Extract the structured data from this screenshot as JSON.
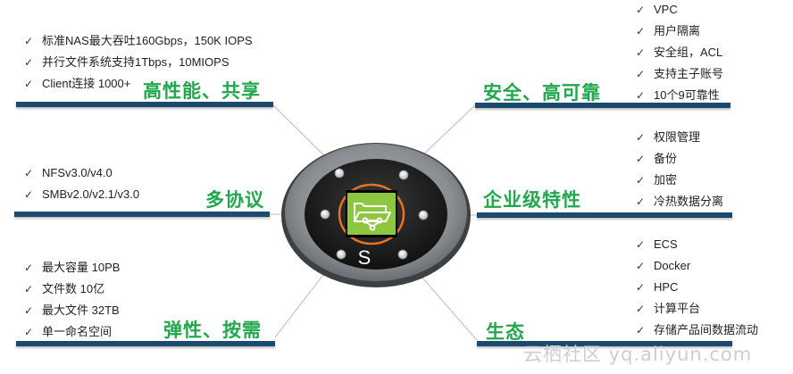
{
  "panels": {
    "top_left": {
      "title": "高性能、共享",
      "items": [
        "标准NAS最大吞吐160Gbps，150K IOPS",
        "并行文件系统支持1Tbps，10MIOPS",
        "Client连接 1000+"
      ]
    },
    "mid_left": {
      "title": "多协议",
      "items": [
        "NFSv3.0/v4.0",
        "SMBv2.0/v2.1/v3.0"
      ]
    },
    "bottom_left": {
      "title": "弹性、按需",
      "items": [
        "最大容量 10PB",
        "文件数 10亿",
        "最大文件 32TB",
        "单一命名空间"
      ]
    },
    "top_right": {
      "title": "安全、高可靠",
      "items": [
        "VPC",
        "用户隔离",
        "安全组，ACL",
        "支持主子账号",
        "10个9可靠性"
      ]
    },
    "mid_right": {
      "title": "企业级特性",
      "items": [
        "权限管理",
        "备份",
        "加密",
        "冷热数据分离"
      ]
    },
    "bottom_right": {
      "title": "生态",
      "items": [
        "ECS",
        "Docker",
        "HPC",
        "计算平台",
        "存储产品间数据流动"
      ]
    }
  },
  "check_glyph": "✓",
  "center": {
    "letter": "S",
    "icon": "shared-folder-icon",
    "icon_bg": "#8dc63f"
  },
  "watermark": "云栖社区 yq.aliyun.com",
  "colors": {
    "heading": "#21a84e",
    "bar": "#1c4a6e",
    "ring_orange": "#e8731e"
  }
}
